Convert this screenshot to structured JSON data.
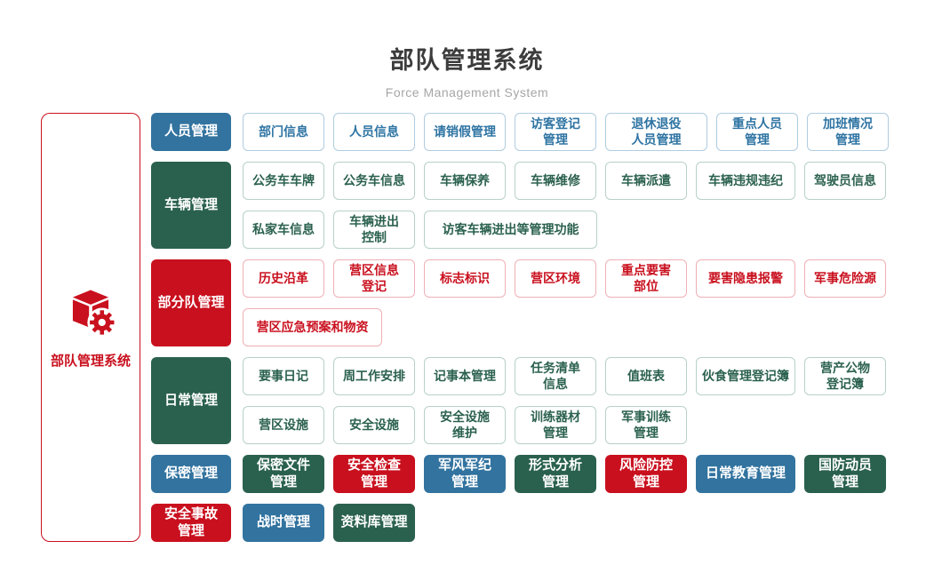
{
  "header": {
    "title": "部队管理系统",
    "subtitle": "Force Management System"
  },
  "root": {
    "label": "部队管理系统",
    "icon": "cube-gear-icon"
  },
  "palette": {
    "blue": "#32739F",
    "green": "#2A614E",
    "red": "#C9101E",
    "blue_text": "#2E74A3",
    "green_text": "#2B614E",
    "red_text": "#C9101E",
    "blue_border": "#AFCCE0",
    "green_border": "#B7D1C7",
    "red_border": "#EFB0B6",
    "root_border": "#C9101E",
    "title_color": "#3C3C3C",
    "subtitle_color": "#A6A6A6"
  },
  "rows": [
    {
      "category": {
        "label": "人员管理",
        "color": "blue"
      },
      "variant": "outline",
      "item_color": "blue",
      "lines": [
        [
          {
            "label": "部门信息"
          },
          {
            "label": "人员信息"
          },
          {
            "label": "请销假管理"
          },
          {
            "label": "访客登记\n管理"
          },
          {
            "label": "退休退役\n人员管理",
            "w": 115
          },
          {
            "label": "重点人员\n管理"
          },
          {
            "label": "加班情况\n管理"
          }
        ]
      ]
    },
    {
      "category": {
        "label": "车辆管理",
        "color": "green"
      },
      "variant": "outline",
      "item_color": "green",
      "lines": [
        [
          {
            "label": "公务车车牌"
          },
          {
            "label": "公务车信息"
          },
          {
            "label": "车辆保养"
          },
          {
            "label": "车辆维修"
          },
          {
            "label": "车辆派遣"
          },
          {
            "label": "车辆违规违纪",
            "w": 112
          },
          {
            "label": "驾驶员信息"
          }
        ],
        [
          {
            "label": "私家车信息"
          },
          {
            "label": "车辆进出\n控制"
          },
          {
            "label": "访客车辆进出等管理功能",
            "w": 195
          }
        ]
      ]
    },
    {
      "category": {
        "label": "部分队管理",
        "color": "red"
      },
      "variant": "outline",
      "item_color": "red",
      "lines": [
        [
          {
            "label": "历史沿革"
          },
          {
            "label": "营区信息\n登记"
          },
          {
            "label": "标志标识"
          },
          {
            "label": "营区环境"
          },
          {
            "label": "重点要害\n部位"
          },
          {
            "label": "要害隐患报警",
            "w": 112
          },
          {
            "label": "军事危险源"
          }
        ],
        [
          {
            "label": "营区应急预案和物资",
            "w": 157
          }
        ]
      ]
    },
    {
      "category": {
        "label": "日常管理",
        "color": "green"
      },
      "variant": "outline",
      "item_color": "green",
      "lines": [
        [
          {
            "label": "要事日记"
          },
          {
            "label": "周工作安排"
          },
          {
            "label": "记事本管理"
          },
          {
            "label": "任务清单\n信息"
          },
          {
            "label": "值班表"
          },
          {
            "label": "伙食管理登记簿",
            "w": 112
          },
          {
            "label": "营产公物\n登记簿"
          }
        ],
        [
          {
            "label": "营区设施"
          },
          {
            "label": "安全设施"
          },
          {
            "label": "安全设施\n维护"
          },
          {
            "label": "训练器材\n管理"
          },
          {
            "label": "军事训练\n管理"
          }
        ]
      ]
    },
    {
      "category": {
        "label": "保密管理",
        "color": "blue"
      },
      "variant": "solid",
      "lines": [
        [
          {
            "label": "保密文件\n管理",
            "color": "green"
          },
          {
            "label": "安全检查\n管理",
            "color": "red"
          },
          {
            "label": "军风军纪\n管理",
            "color": "blue"
          },
          {
            "label": "形式分析\n管理",
            "color": "green"
          },
          {
            "label": "风险防控\n管理",
            "color": "red"
          },
          {
            "label": "日常教育管理",
            "color": "blue",
            "w": 112
          },
          {
            "label": "国防动员\n管理",
            "color": "green"
          }
        ]
      ]
    },
    {
      "category": {
        "label": "安全事故\n管理",
        "color": "red"
      },
      "variant": "solid",
      "lines": [
        [
          {
            "label": "战时管理",
            "color": "blue"
          },
          {
            "label": "资料库管理",
            "color": "green"
          }
        ]
      ]
    }
  ]
}
